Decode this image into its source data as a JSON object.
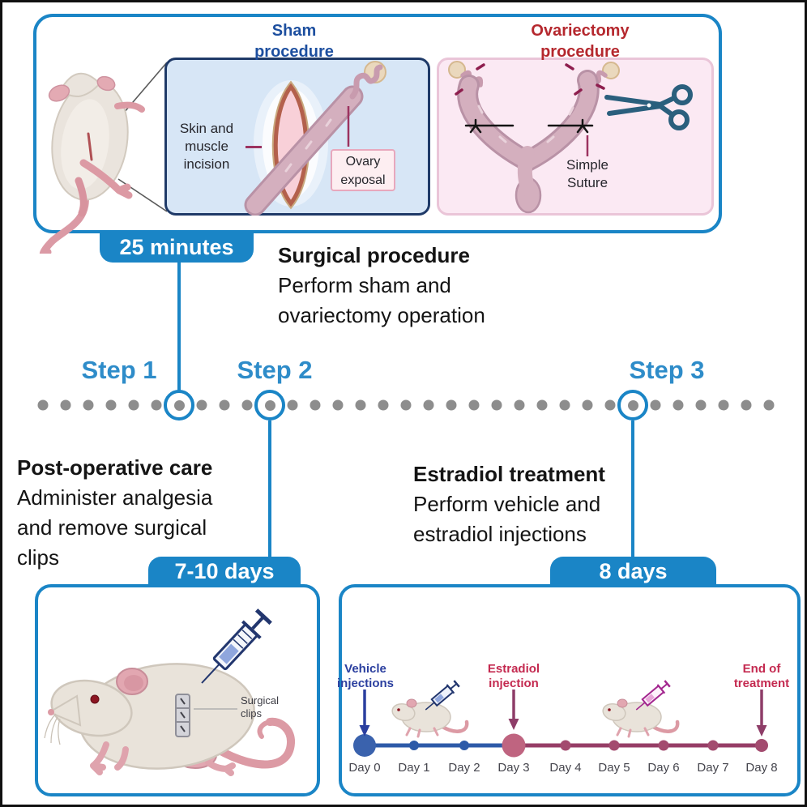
{
  "colors": {
    "accent_blue": "#1a85c6",
    "navy": "#1f3a68",
    "sham_bg": "#d7e6f6",
    "sham_title": "#1d4f9f",
    "ovx_title": "#b5282e",
    "ovx_bg": "#fbe9f3",
    "ovx_border": "#eac5d8",
    "crimson": "#9c3360",
    "step_blue": "#2e8cc9",
    "dot_gray": "#8d8d8d",
    "timeline_blue": "#2d5aa8",
    "timeline_maroon": "#963d66",
    "event_blue": "#2b3f9f",
    "event_red": "#c42a50"
  },
  "top_panel": {
    "sham": {
      "title_line1": "Sham",
      "title_line2": "procedure",
      "incision_label_line1": "Skin and",
      "incision_label_line2": "muscle",
      "incision_label_line3": "incision",
      "ovary_box_line1": "Ovary",
      "ovary_box_line2": "exposal"
    },
    "ovariectomy": {
      "title_line1": "Ovariectomy",
      "title_line2": "procedure",
      "suture_label_line1": "Simple",
      "suture_label_line2": "Suture"
    }
  },
  "badges": {
    "surgery_duration": "25 minutes",
    "recovery_duration": "7-10 days",
    "treatment_duration": "8 days"
  },
  "steps": [
    {
      "label": "Step 1"
    },
    {
      "label": "Step 2"
    },
    {
      "label": "Step 3"
    }
  ],
  "descriptions": {
    "surgical": {
      "title": "Surgical procedure",
      "line1": "Perform sham and",
      "line2": "ovariectomy operation"
    },
    "postop": {
      "title": "Post-operative care",
      "line1": "Administer analgesia",
      "line2": "and remove surgical",
      "line3": "clips"
    },
    "estradiol": {
      "title": "Estradiol treatment",
      "line1": "Perform vehicle and",
      "line2": "estradiol injections"
    }
  },
  "recovery_panel": {
    "clips_label_line1": "Surgical",
    "clips_label_line2": "clips"
  },
  "treatment_timeline": {
    "events": [
      {
        "line1": "Vehicle",
        "line2": "injections"
      },
      {
        "line1": "Estradiol",
        "line2": "injection"
      },
      {
        "line1": "End of",
        "line2": "treatment"
      }
    ],
    "days": [
      "Day 0",
      "Day 1",
      "Day 2",
      "Day 3",
      "Day 4",
      "Day 5",
      "Day 6",
      "Day 7",
      "Day 8"
    ]
  }
}
